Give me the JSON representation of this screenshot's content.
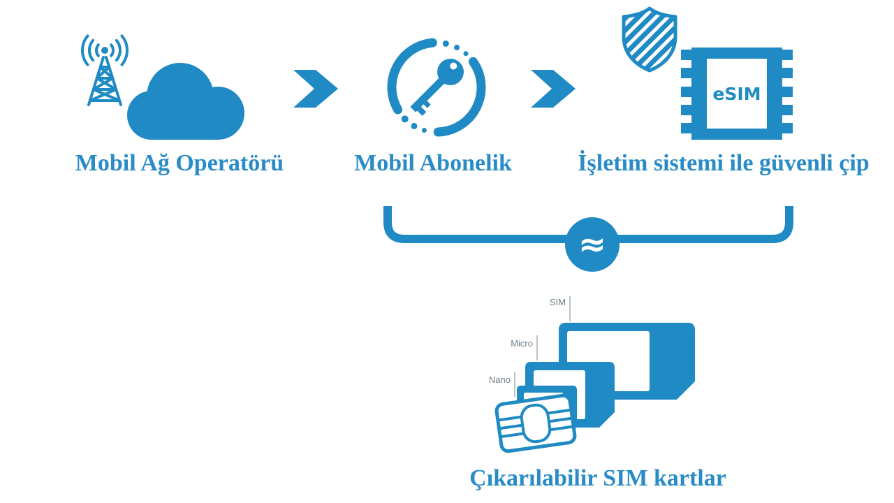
{
  "diagram": {
    "nodes": [
      {
        "label": "Mobil Ağ Operatörü",
        "icons": [
          "antenna-tower-icon",
          "cloud-icon"
        ]
      },
      {
        "label": "Mobil Abonelik",
        "icons": [
          "key-icon"
        ]
      },
      {
        "label": "İşletim sistemi ile güvenli çip",
        "icons": [
          "shield-icon",
          "esim-chip-icon"
        ],
        "chip_text": "eSIM"
      }
    ],
    "arrows": [
      "chevron-right-icon",
      "chevron-right-icon"
    ],
    "equivalence": {
      "symbol": "≈"
    },
    "removable_sim": {
      "label": "Çıkarılabilir SIM kartlar",
      "card_sizes": [
        "SIM",
        "Micro",
        "Nano"
      ],
      "icon": "sim-cards-icon"
    }
  },
  "colors": {
    "primary": "#1f8ac4",
    "label_text": "#2a8cc7",
    "caption_text": "#6f7e88",
    "background": "#ffffff"
  }
}
